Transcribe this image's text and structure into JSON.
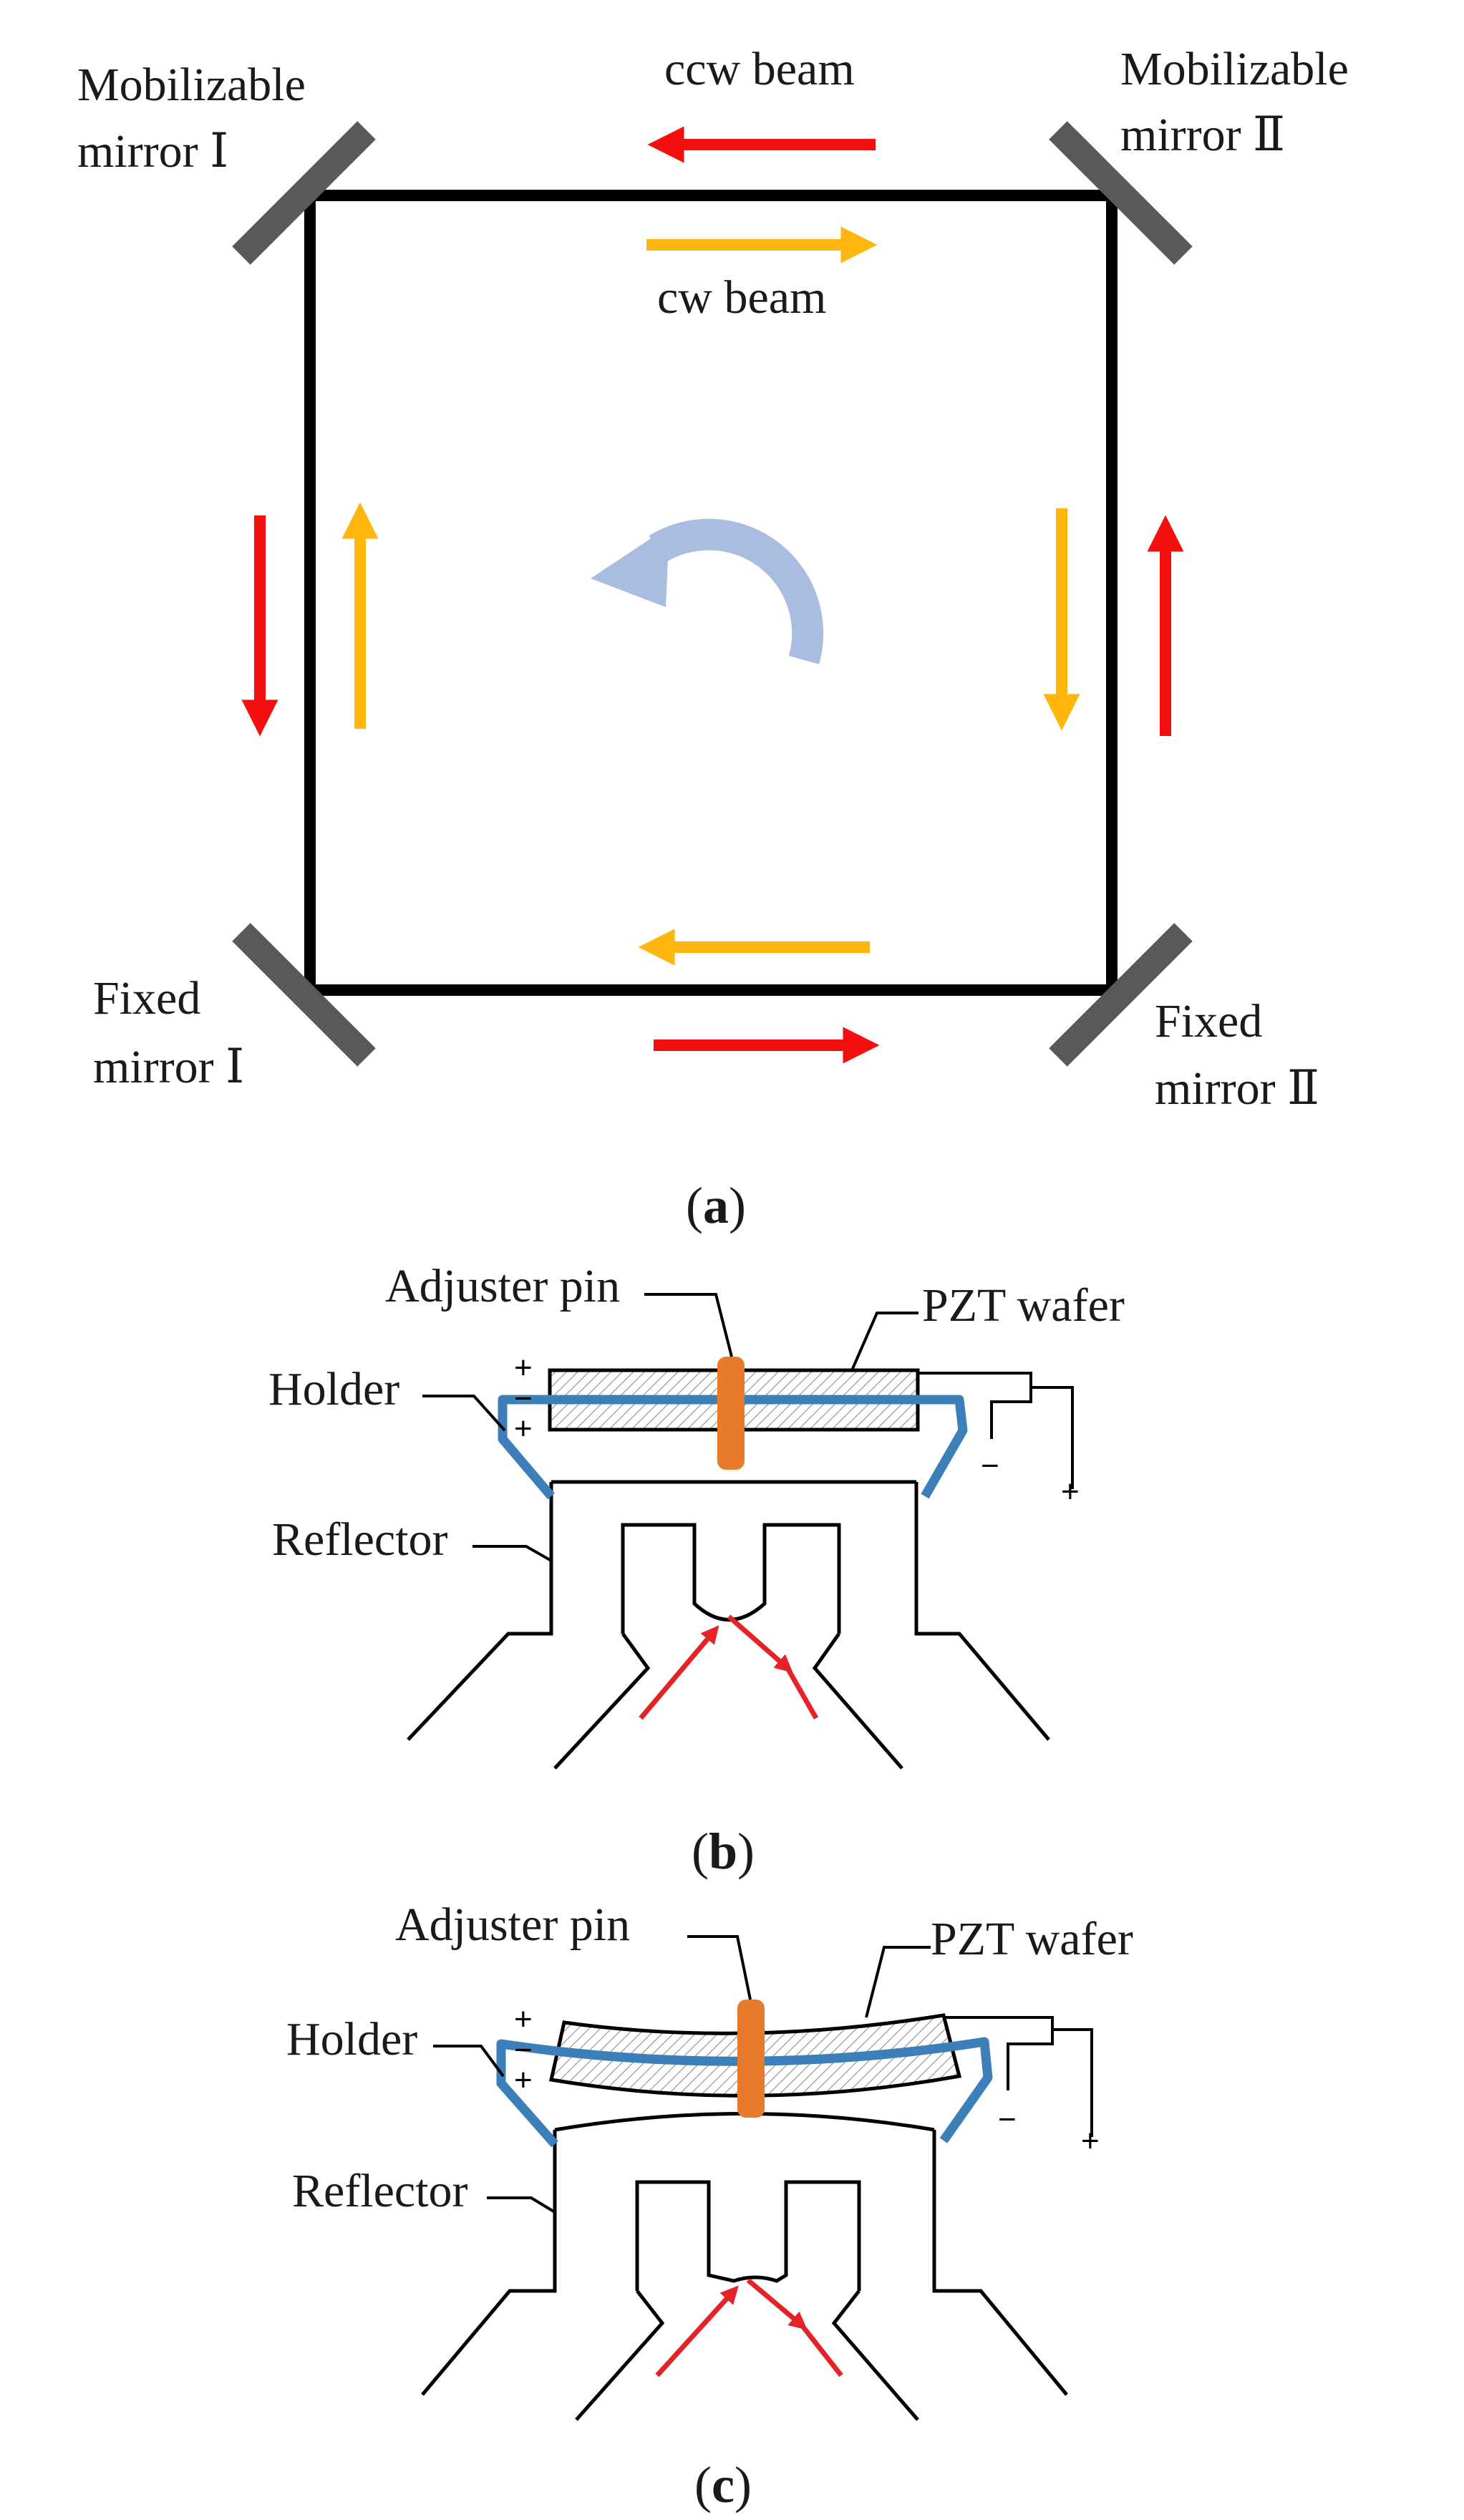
{
  "panel_a": {
    "caption": {
      "open": "(",
      "letter": "a",
      "close": ")"
    },
    "mirror_mob_1": {
      "line1": "Mobilizable",
      "line2": "mirror Ⅰ"
    },
    "mirror_mob_2": {
      "line1": "Mobilizable",
      "line2": "mirror Ⅱ"
    },
    "mirror_fix_1": {
      "line1": "Fixed",
      "line2": "mirror Ⅰ"
    },
    "mirror_fix_2": {
      "line1": "Fixed",
      "line2": "mirror Ⅱ"
    },
    "ccw_label": "ccw beam",
    "cw_label": "cw beam"
  },
  "panel_b": {
    "caption": {
      "open": "(",
      "letter": "b",
      "close": ")"
    },
    "adjuster_pin": "Adjuster pin",
    "pzt_wafer": "PZT wafer",
    "holder": "Holder",
    "reflector": "Reflector",
    "polarity": {
      "plus_top": "+",
      "minus": "−",
      "plus_bottom": "+",
      "out_minus": "−",
      "out_plus": "+"
    }
  },
  "panel_c": {
    "caption": {
      "open": "(",
      "letter": "c",
      "close": ")"
    },
    "adjuster_pin": "Adjuster pin",
    "pzt_wafer": "PZT wafer",
    "holder": "Holder",
    "reflector": "Reflector",
    "polarity": {
      "plus_top": "+",
      "minus": "−",
      "plus_bottom": "+",
      "out_minus": "−",
      "out_plus": "+"
    }
  },
  "colors": {
    "ccw_beam": "#f40f0f",
    "cw_beam": "#ffb60f",
    "mirror": "#595959",
    "holder": "#3d7fb8",
    "adjuster_pin": "#e87a2c",
    "rotation_arrow": "#a9bde0",
    "light_path": "#e42227"
  }
}
